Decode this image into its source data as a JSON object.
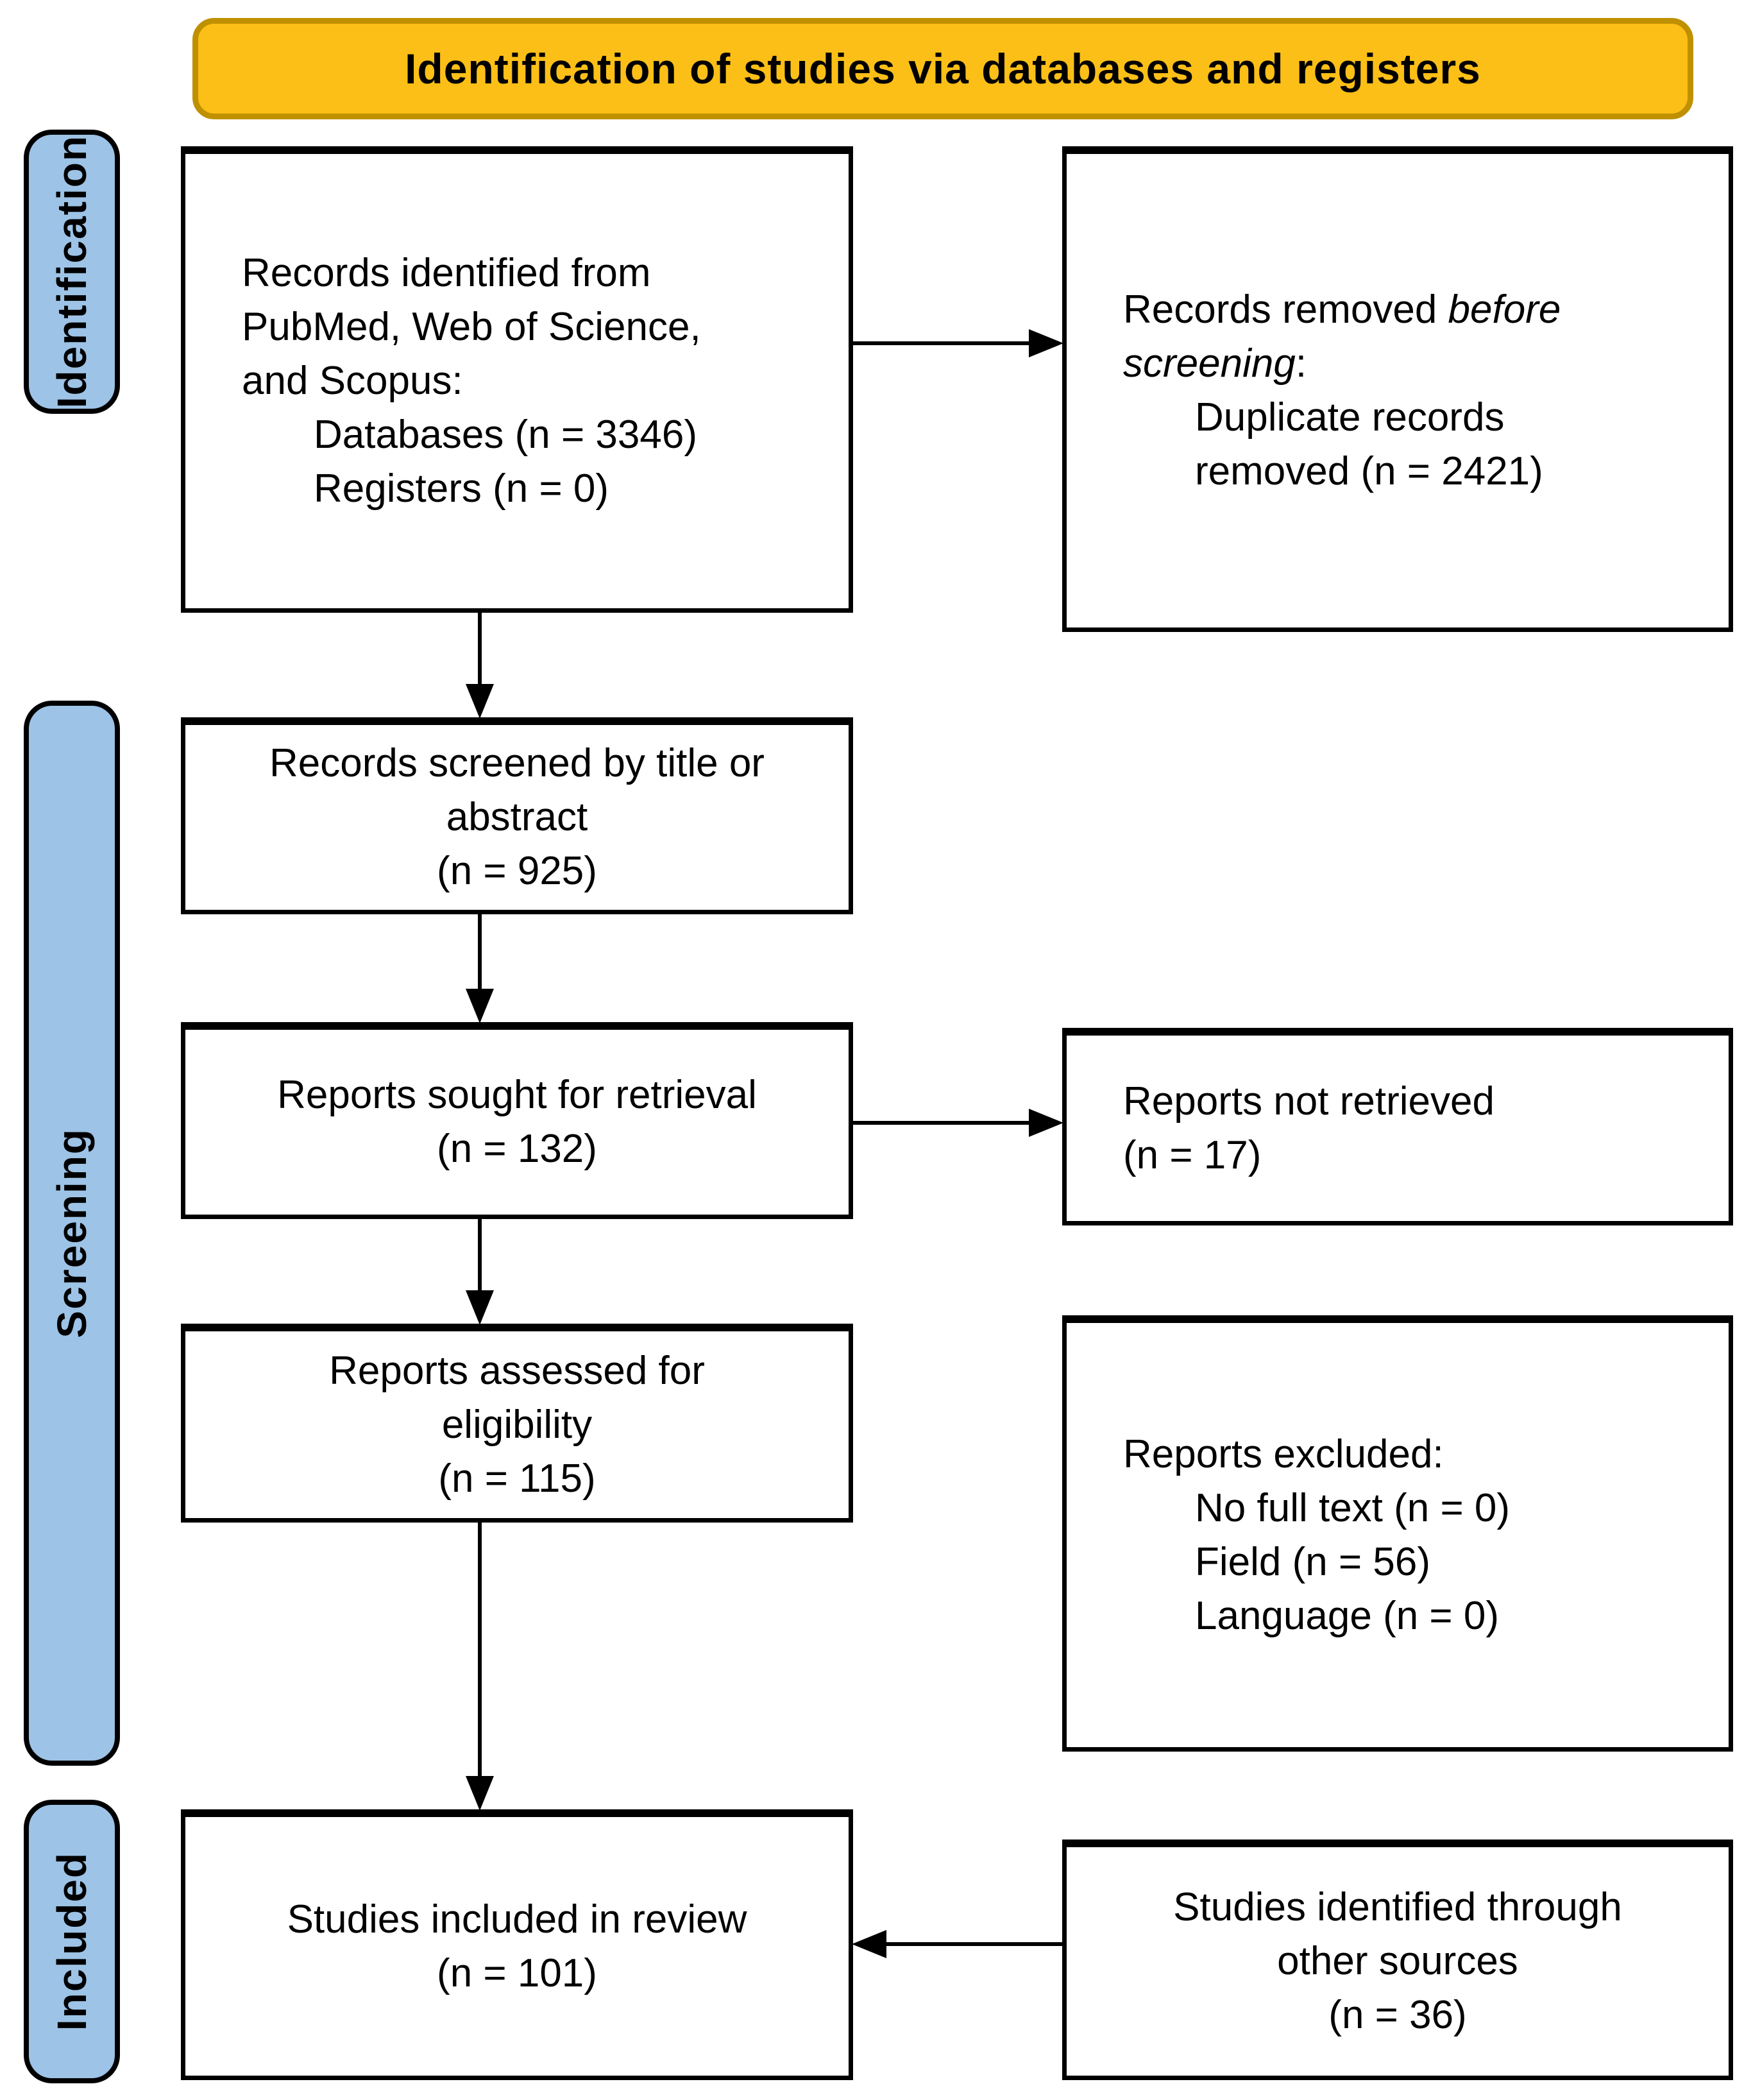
{
  "header": {
    "title": "Identification of studies via databases and registers"
  },
  "colors": {
    "banner_fill": "#FCBF17",
    "banner_border": "#BF9000",
    "stage_fill": "#9DC3E6",
    "box_border": "#000000",
    "arrow": "#000000"
  },
  "stages": {
    "identification": "Identification",
    "screening": "Screening",
    "included": "Included"
  },
  "boxes": {
    "records_identified": {
      "lines": [
        "Records identified from",
        "PubMed, Web of Science,",
        "and Scopus:"
      ],
      "items": [
        "Databases (n = 3346)",
        "Registers (n = 0)"
      ]
    },
    "records_removed": {
      "l1a": "Records removed ",
      "l1b": "before",
      "l2a": "screening",
      "l2b": ":",
      "items": [
        "Duplicate records",
        "removed (n = 2421)"
      ]
    },
    "records_screened": {
      "lines": [
        "Records screened by title or",
        "abstract",
        "(n = 925)"
      ]
    },
    "reports_sought": {
      "lines": [
        "Reports sought for retrieval",
        "(n = 132)"
      ]
    },
    "reports_not_retrieved": {
      "lines": [
        "Reports not retrieved",
        "(n = 17)"
      ]
    },
    "reports_assessed": {
      "lines": [
        "Reports assessed for",
        "eligibility",
        "(n = 115)"
      ]
    },
    "reports_excluded": {
      "title": "Reports excluded:",
      "items": [
        "No full text (n = 0)",
        "Field (n = 56)",
        "Language (n = 0)"
      ]
    },
    "studies_included": {
      "lines": [
        "Studies included in review",
        "(n = 101)"
      ]
    },
    "studies_other_sources": {
      "lines": [
        "Studies identified through",
        "other sources",
        "(n = 36)"
      ]
    }
  }
}
